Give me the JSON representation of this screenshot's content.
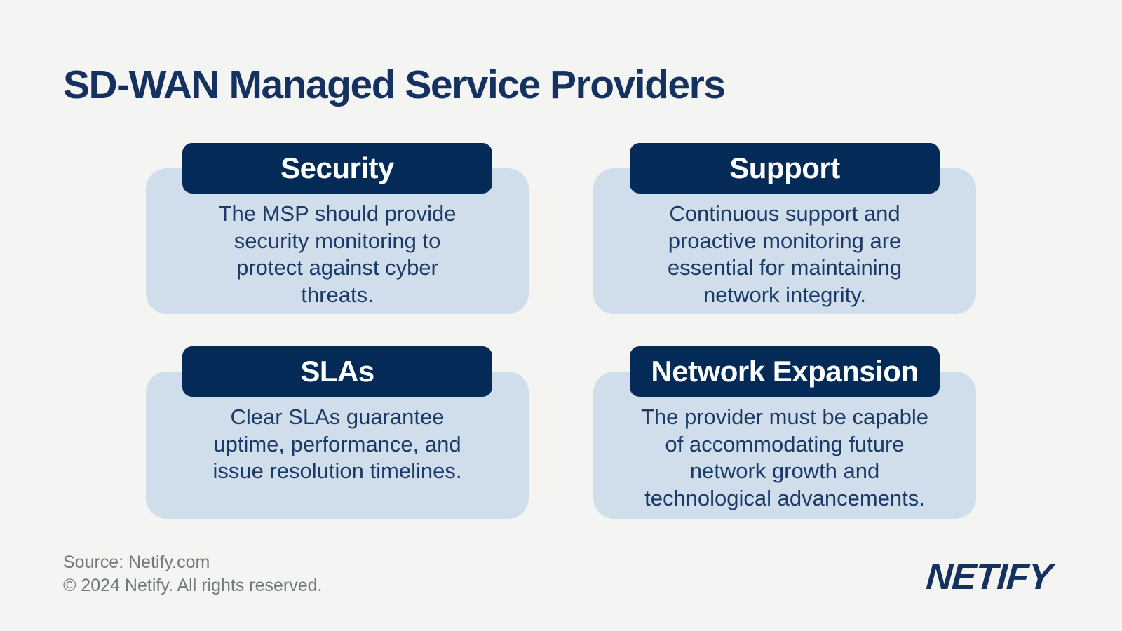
{
  "title": "SD-WAN Managed Service Providers",
  "cards": [
    {
      "title": "Security",
      "description": "The MSP should provide\nsecurity monitoring to\nprotect against cyber\nthreats."
    },
    {
      "title": "Support",
      "description": "Continuous support and\nproactive monitoring are\nessential for maintaining\nnetwork integrity."
    },
    {
      "title": "SLAs",
      "description": "Clear SLAs guarantee\nuptime, performance, and\nissue resolution timelines."
    },
    {
      "title": "Network Expansion",
      "description": "The provider must be capable\nof accommodating future\nnetwork growth and\ntechnological advancements."
    }
  ],
  "footer": {
    "source": "Source: Netify.com",
    "copyright": "© 2024 Netify. All rights reserved.",
    "logo": "NETIFY"
  },
  "colors": {
    "background": "#f4f4f2",
    "card_body_blue": "#cfdeea",
    "header_navy": "#042a58",
    "body_text_navy": "#1c3a67",
    "title_navy": "#14315f",
    "footer_gray": "#6f7a7d",
    "header_text": "#ffffff"
  }
}
